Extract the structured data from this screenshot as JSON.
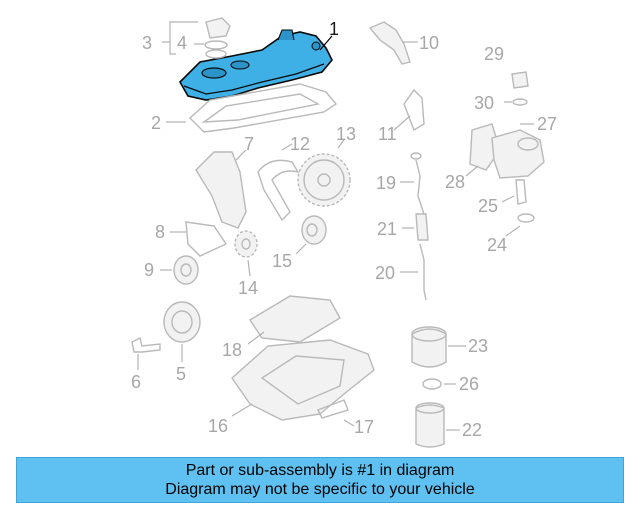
{
  "callouts": {
    "c1": "1",
    "c2": "2",
    "c3": "3",
    "c4": "4",
    "c5": "5",
    "c6": "6",
    "c7": "7",
    "c8": "8",
    "c9": "9",
    "c10": "10",
    "c11": "11",
    "c12": "12",
    "c13": "13",
    "c14": "14",
    "c15": "15",
    "c16": "16",
    "c17": "17",
    "c18": "18",
    "c19": "19",
    "c20": "20",
    "c21": "21",
    "c22": "22",
    "c23": "23",
    "c24": "24",
    "c25": "25",
    "c26": "26",
    "c27": "27",
    "c28": "28",
    "c29": "29",
    "c30": "30"
  },
  "banner": {
    "line1": "Part or sub-assembly is #1 in diagram",
    "line2": "Diagram may not be specific to your vehicle"
  },
  "colors": {
    "highlight_part": "#3fb0e6",
    "banner_background": "#5ec1f2",
    "line_gray": "#b9b9b9"
  }
}
